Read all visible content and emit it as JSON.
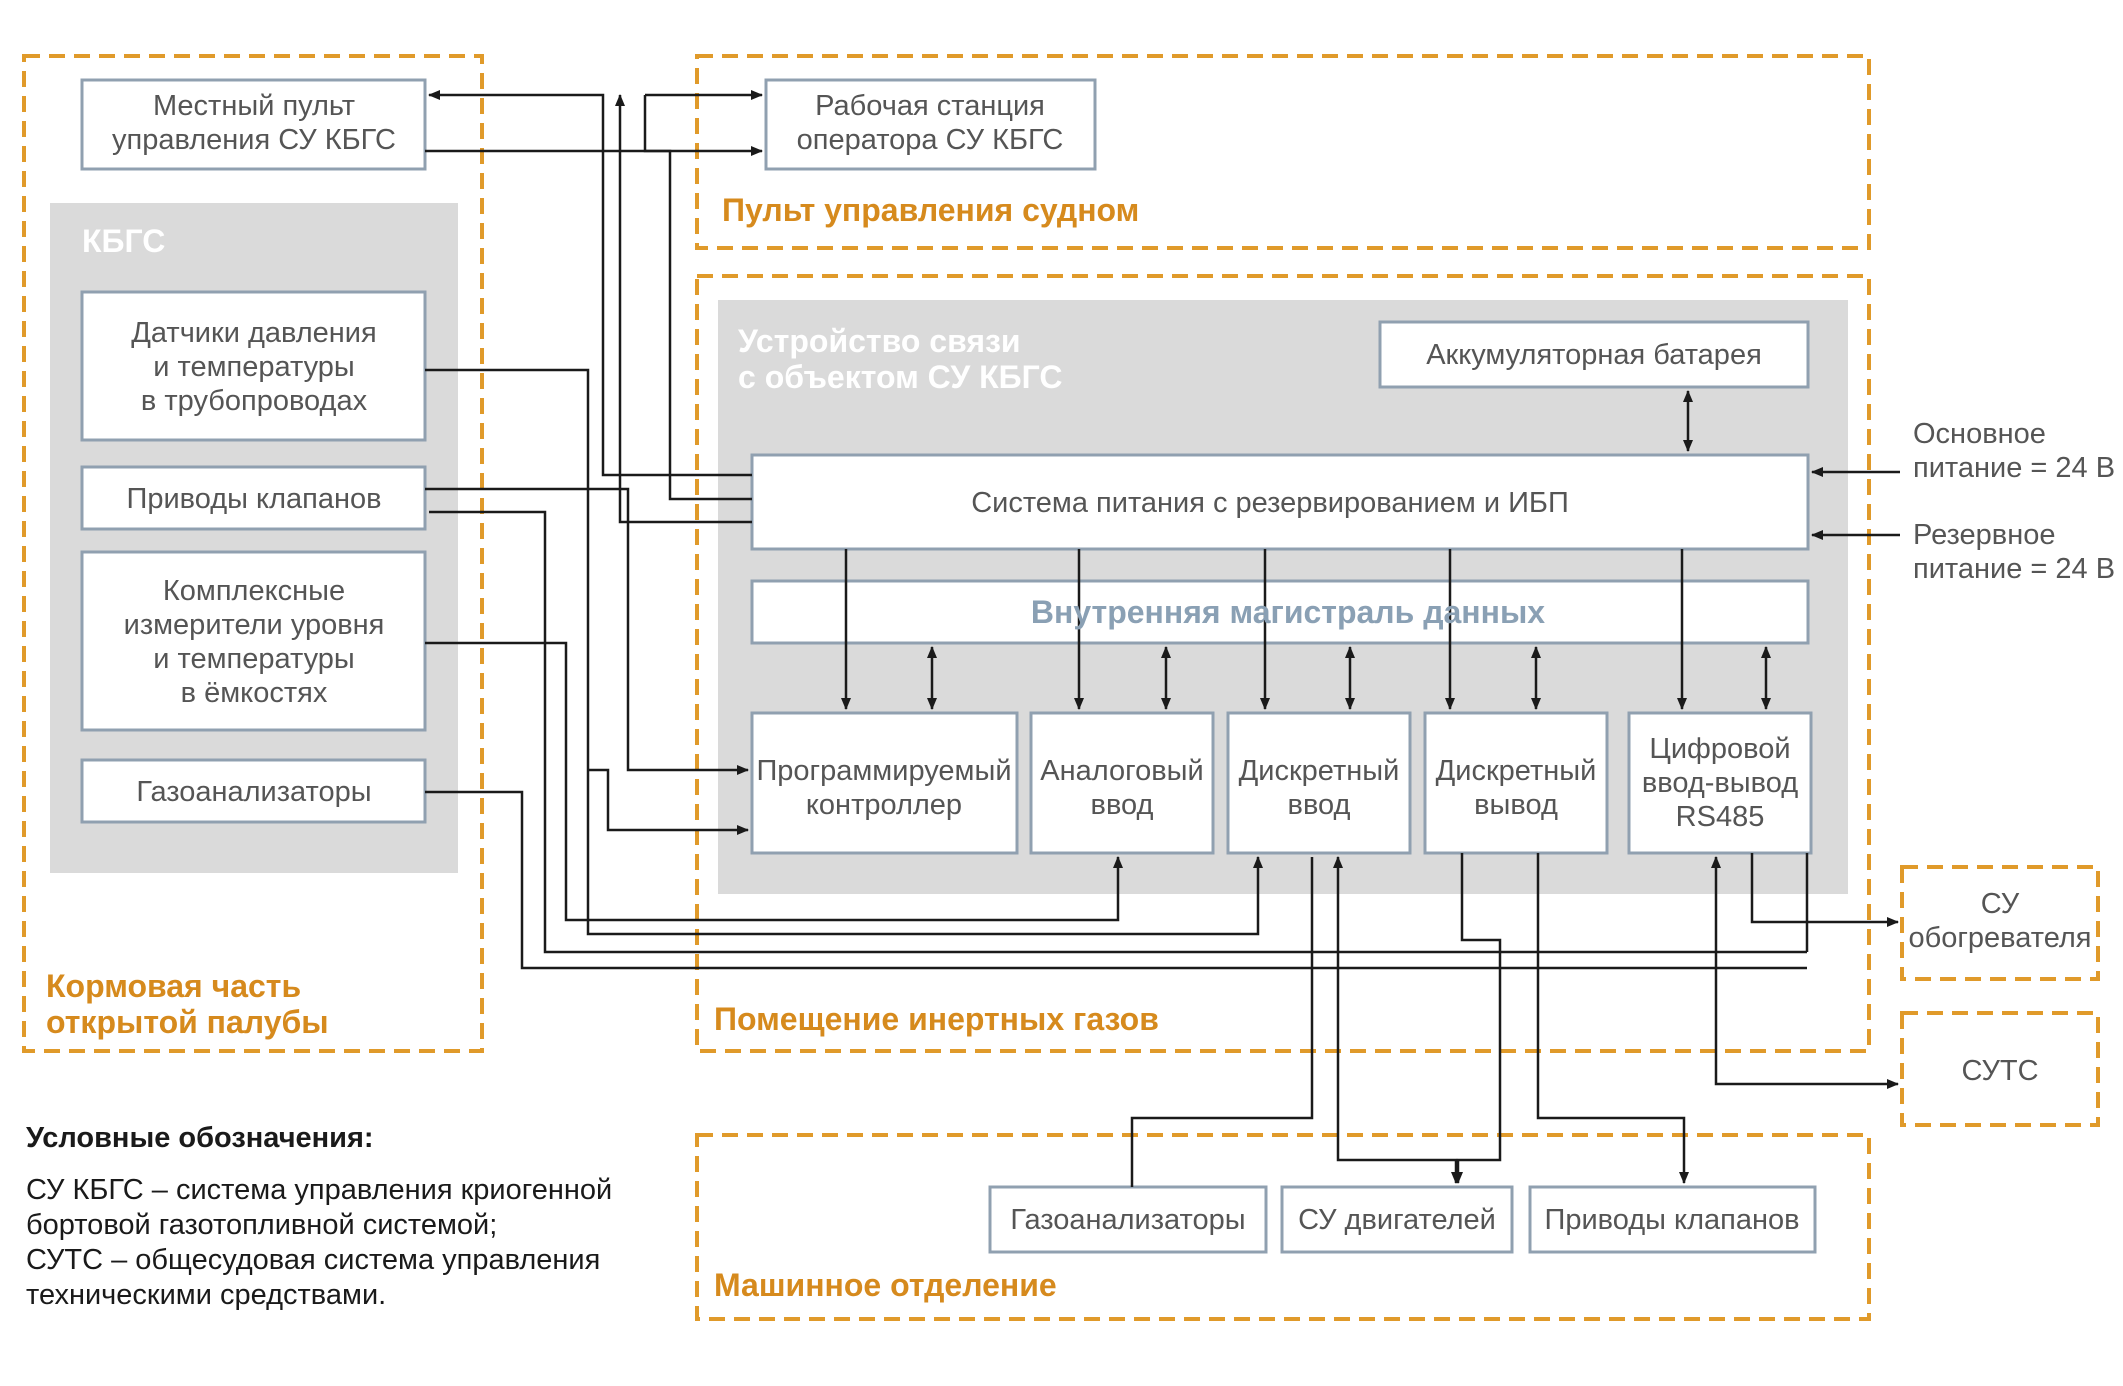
{
  "zones": {
    "stern": [
      "Кормовая часть",
      "открытой палубы"
    ],
    "bridge": "Пульт управления судном",
    "inert": "Помещение инертных газов",
    "engine": "Машинное отделение"
  },
  "groups": {
    "kbgs": "КБГС",
    "device": [
      "Устройство связи",
      "с объектом СУ КБГС"
    ]
  },
  "boxes": {
    "local_panel": [
      "Местный пульт",
      "управления СУ КБГС"
    ],
    "workstation": [
      "Рабочая станция",
      "оператора СУ КБГС"
    ],
    "sensors": [
      "Датчики давления",
      "и температуры",
      "в трубопроводах"
    ],
    "valve_drives_deck": "Приводы клапанов",
    "level_meters": [
      "Комплексные",
      "измерители уровня",
      "и температуры",
      "в ёмкостях"
    ],
    "gas_analyzers_deck": "Газоанализаторы",
    "battery": "Аккумуляторная батарея",
    "power": "Система питания с резервированием и ИБП",
    "bus": "Внутренняя магистраль данных",
    "plc": [
      "Программируемый",
      "контроллер"
    ],
    "analog_in": [
      "Аналоговый",
      "ввод"
    ],
    "discrete_in": [
      "Дискретный",
      "ввод"
    ],
    "discrete_out": [
      "Дискретный",
      "вывод"
    ],
    "digital_io": [
      "Цифровой",
      "ввод-вывод",
      "RS485"
    ],
    "heater_cs": [
      "СУ",
      "обогревателя"
    ],
    "suts": "СУТС",
    "gas_analyzers_er": "Газоанализаторы",
    "engine_cs": "СУ двигателей",
    "valve_drives_er": "Приводы клапанов"
  },
  "power_inputs": {
    "main": [
      "Основное",
      "питание = 24 В"
    ],
    "reserve": [
      "Резервное",
      "питание = 24 В"
    ]
  },
  "legend": {
    "title": "Условные обозначения:",
    "lines": [
      "СУ КБГС – система управления криогенной",
      "бортовой газотопливной системой;",
      "СУТС – общесудовая система управления",
      "техническими средствами."
    ]
  }
}
